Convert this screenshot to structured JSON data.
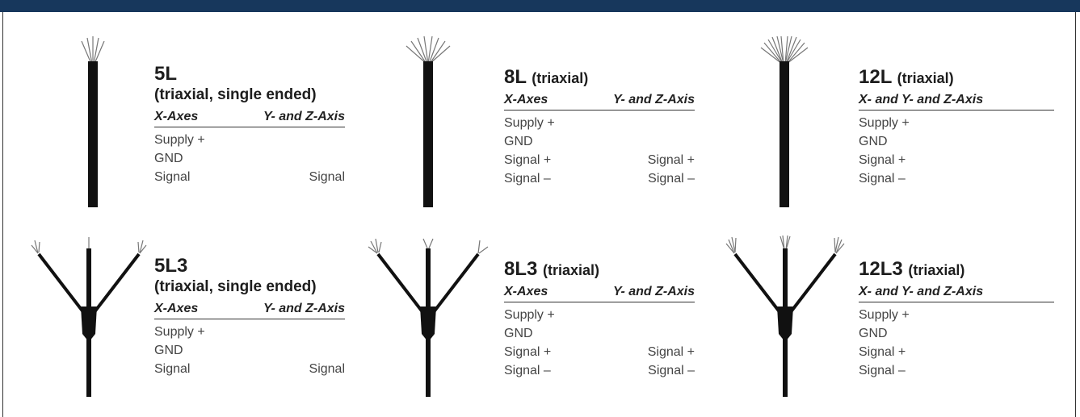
{
  "cables": [
    {
      "name": "5L",
      "suffix": "",
      "subtitle": "(triaxial, single ended)",
      "header": [
        "X-Axes",
        "Y- and Z-Axis"
      ],
      "rows": [
        [
          "Supply +",
          ""
        ],
        [
          "GND",
          ""
        ],
        [
          "Signal",
          "Signal"
        ]
      ]
    },
    {
      "name": "8L",
      "suffix": "(triaxial)",
      "subtitle": "",
      "header": [
        "X-Axes",
        "Y- and Z-Axis"
      ],
      "rows": [
        [
          "Supply +",
          ""
        ],
        [
          "GND",
          ""
        ],
        [
          "Signal +",
          "Signal +"
        ],
        [
          "Signal –",
          "Signal –"
        ]
      ]
    },
    {
      "name": "12L",
      "suffix": "(triaxial)",
      "subtitle": "",
      "header": [
        "X- and Y- and Z-Axis",
        ""
      ],
      "rows": [
        [
          "Supply +",
          ""
        ],
        [
          "GND",
          ""
        ],
        [
          "Signal +",
          ""
        ],
        [
          "Signal –",
          ""
        ]
      ]
    },
    {
      "name": "5L3",
      "suffix": "",
      "subtitle": "(triaxial, single ended)",
      "header": [
        "X-Axes",
        "Y- and Z-Axis"
      ],
      "rows": [
        [
          "Supply +",
          ""
        ],
        [
          "GND",
          ""
        ],
        [
          "Signal",
          "Signal"
        ]
      ]
    },
    {
      "name": "8L3",
      "suffix": "(triaxial)",
      "subtitle": "",
      "header": [
        "X-Axes",
        "Y- and Z-Axis"
      ],
      "rows": [
        [
          "Supply +",
          ""
        ],
        [
          "GND",
          ""
        ],
        [
          "Signal +",
          "Signal +"
        ],
        [
          "Signal –",
          "Signal –"
        ]
      ]
    },
    {
      "name": "12L3",
      "suffix": "(triaxial)",
      "subtitle": "",
      "header": [
        "X- and Y- and Z-Axis",
        ""
      ],
      "rows": [
        [
          "Supply +",
          ""
        ],
        [
          "GND",
          ""
        ],
        [
          "Signal +",
          ""
        ],
        [
          "Signal –",
          ""
        ]
      ]
    }
  ]
}
